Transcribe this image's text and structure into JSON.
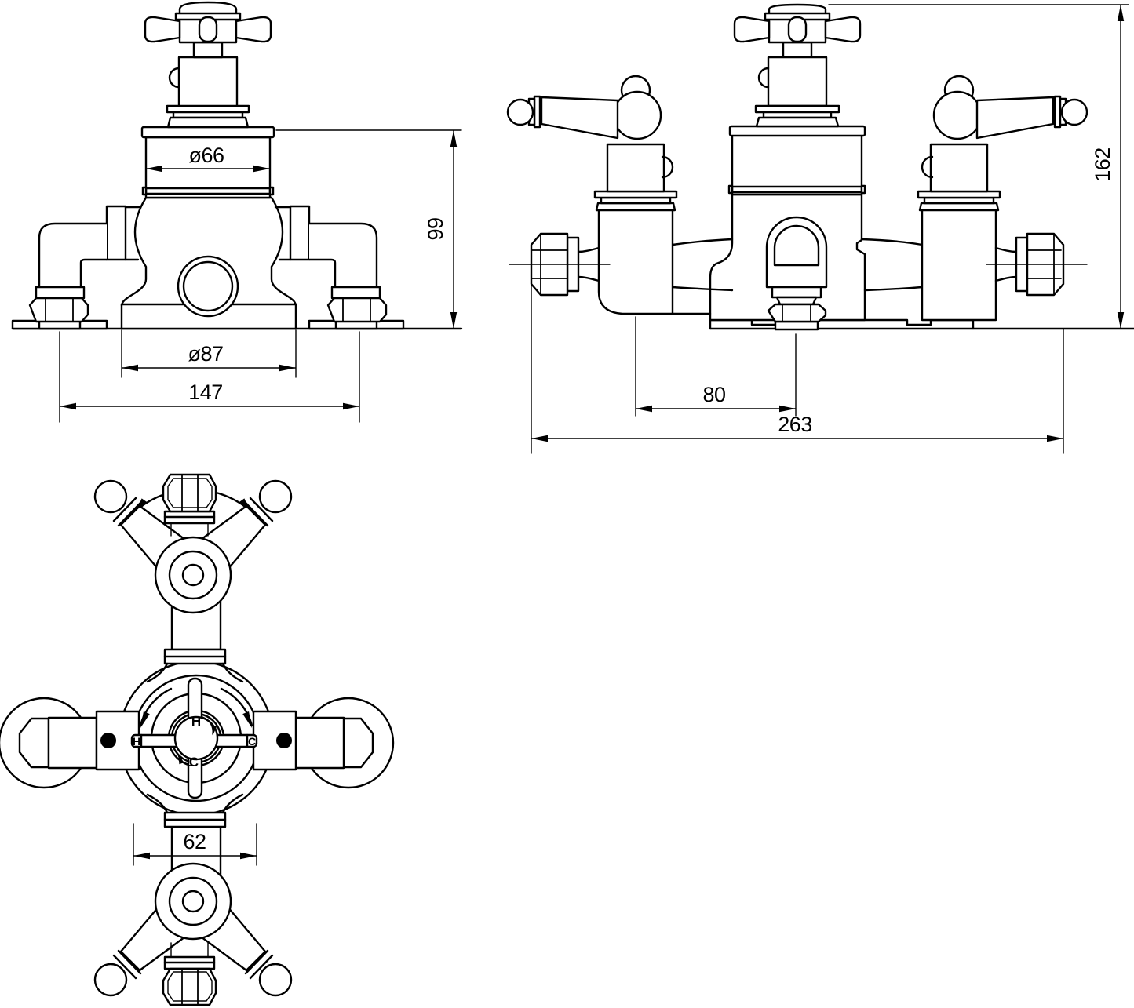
{
  "drawing": {
    "type": "technical-orthographic-drawing",
    "subject": "exposed thermostatic shower valve",
    "line_color": "#000000",
    "background": "#ffffff"
  },
  "views": {
    "front": {
      "title": "front-view",
      "dims": {
        "body_diameter": "ø66",
        "body_height": "99",
        "base_diameter": "ø87",
        "overall_width": "147"
      }
    },
    "side": {
      "title": "side-view",
      "dims": {
        "overall_height": "162",
        "port_spacing": "80",
        "overall_width": "263"
      }
    },
    "top": {
      "title": "top-view",
      "dims": {
        "handle_width": "62"
      },
      "labels": {
        "dial_hot": "H",
        "dial_cold": "C",
        "bar_hot": "H",
        "bar_cold": "C"
      }
    }
  }
}
